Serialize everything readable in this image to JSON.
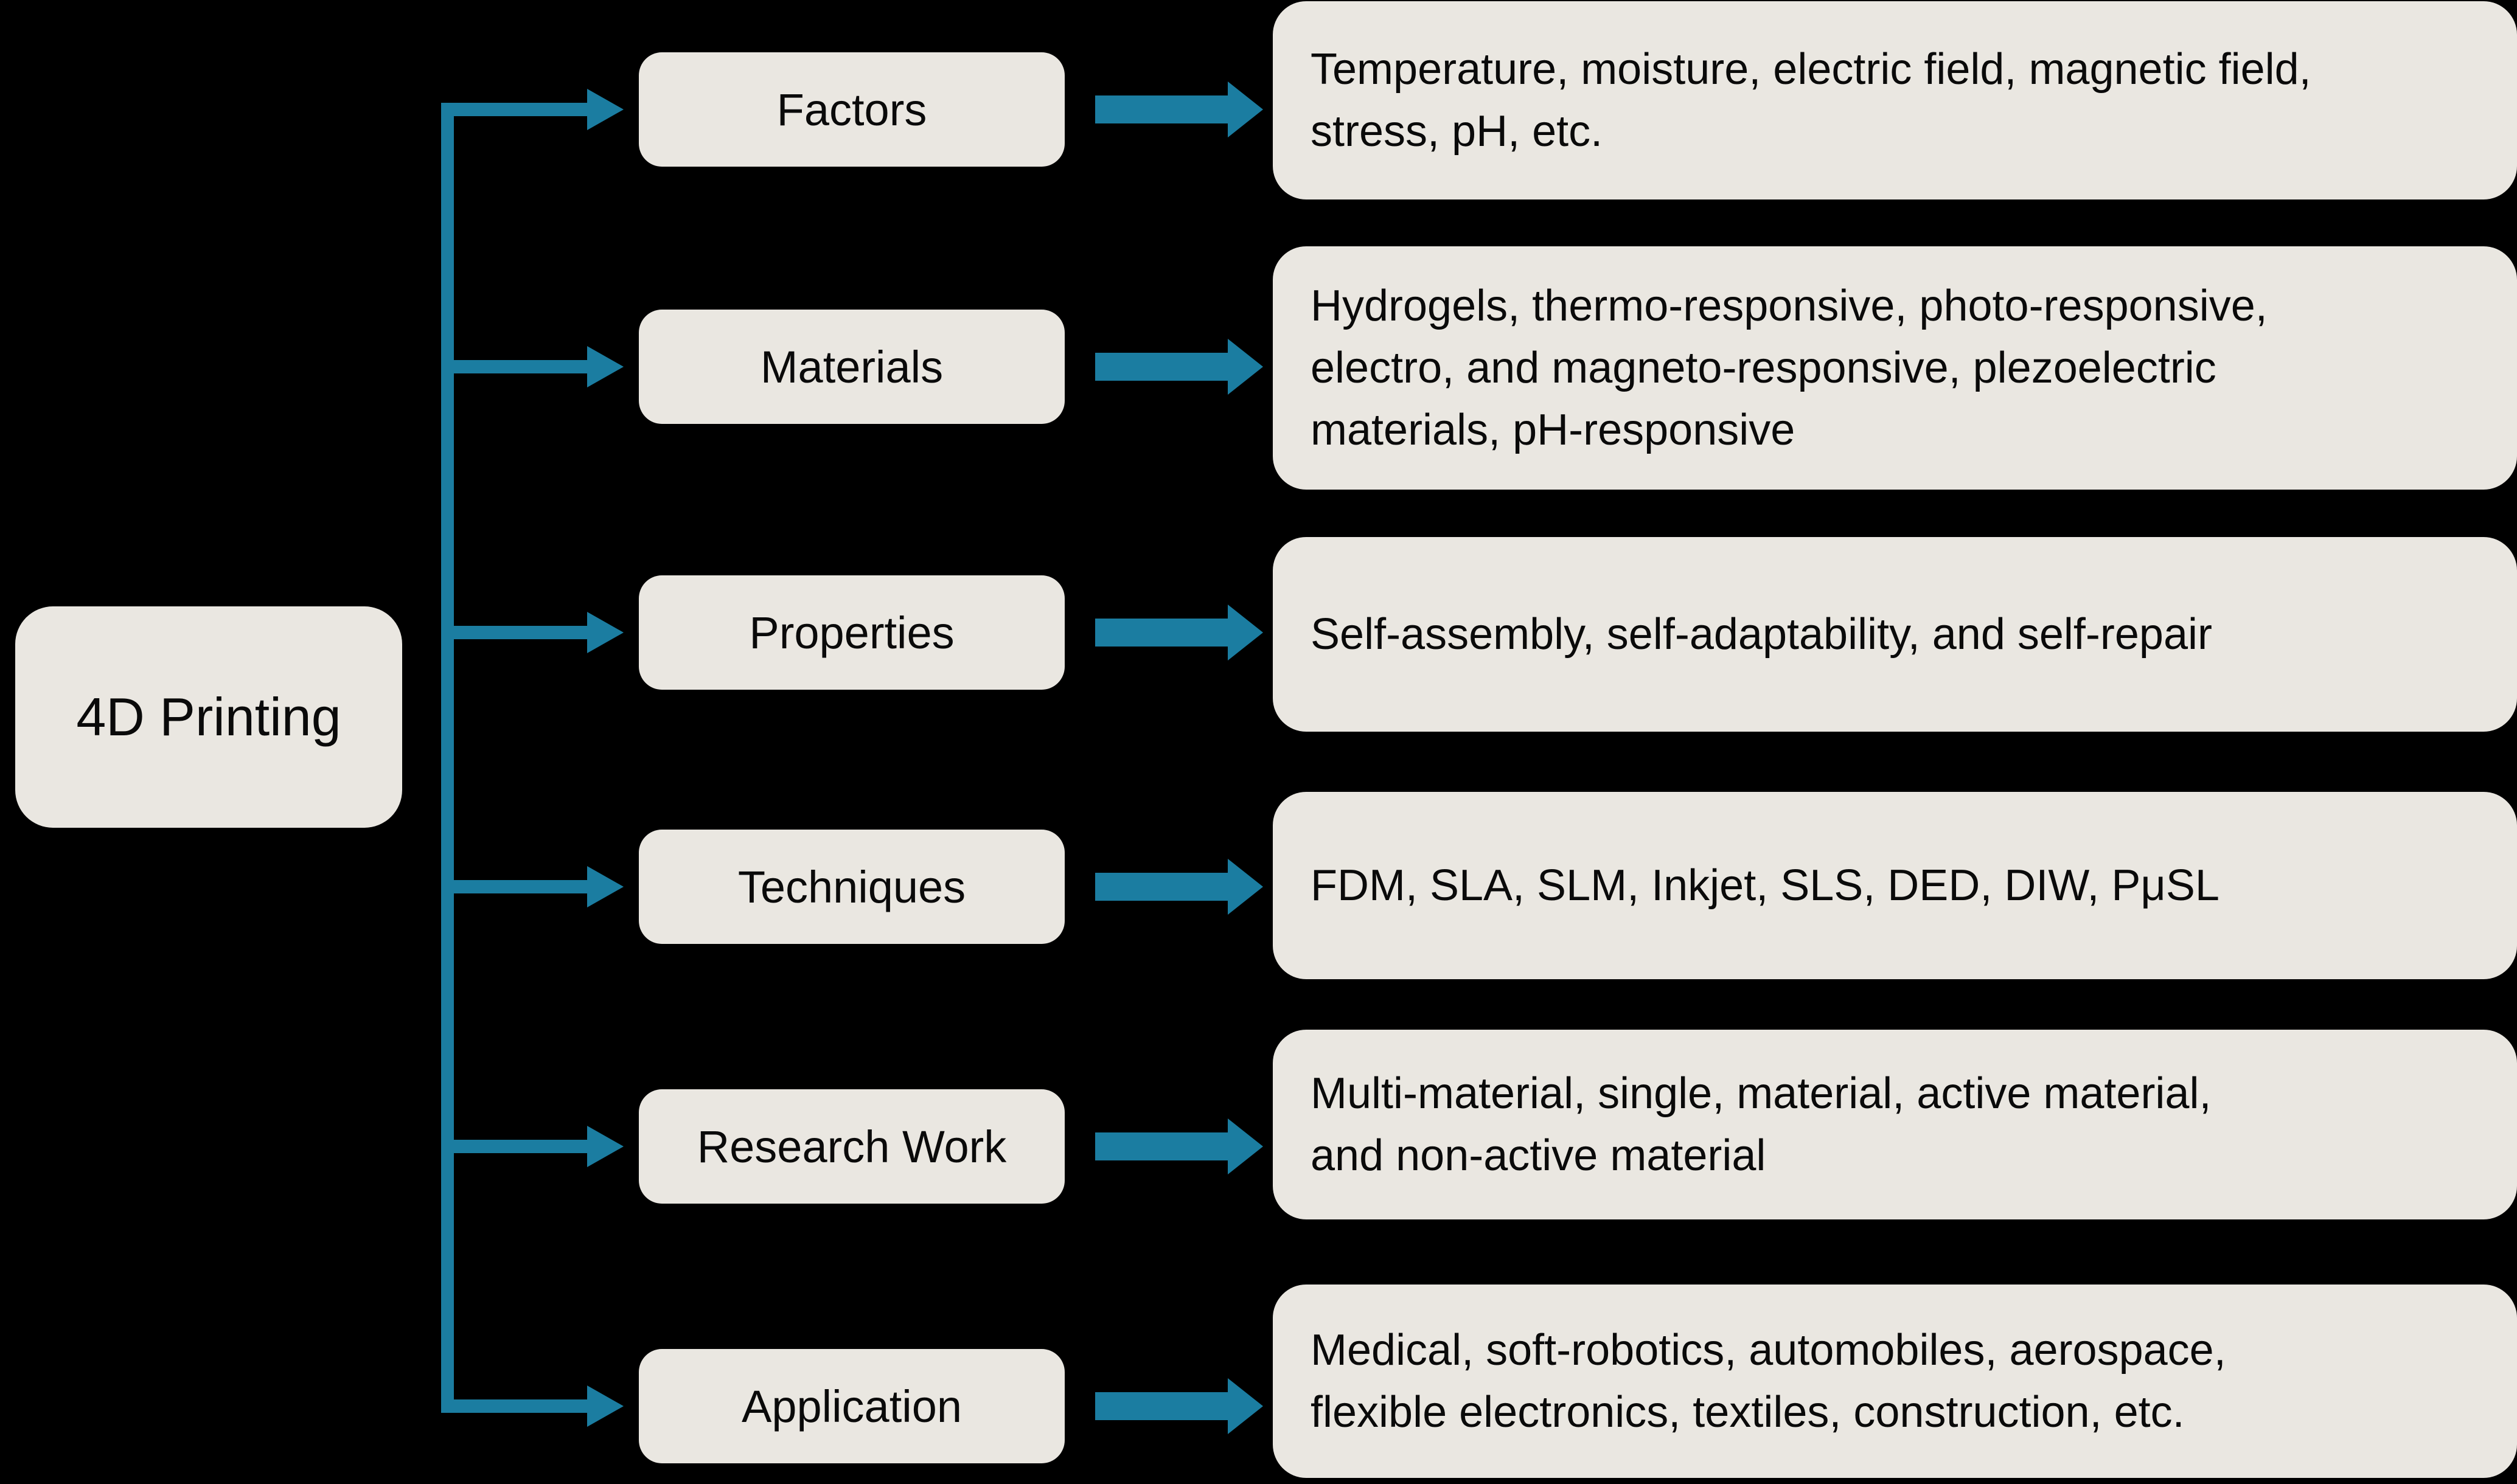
{
  "diagram": {
    "root": {
      "label": "4D Printing"
    },
    "rows": [
      {
        "label": "Factors",
        "lines": [
          "Temperature, moisture, electric field, magnetic field,",
          "stress, pH, etc."
        ]
      },
      {
        "label": "Materials",
        "lines": [
          "Hydrogels, thermo-responsive, photo-responsive,",
          "electro, and magneto-responsive, plezoelectric",
          "materials, pH-responsive"
        ]
      },
      {
        "label": "Properties",
        "lines": [
          "Self-assembly, self-adaptability, and self-repair"
        ]
      },
      {
        "label": "Techniques",
        "lines": [
          "FDM, SLA, SLM, Inkjet, SLS, DED, DIW, PμSL"
        ]
      },
      {
        "label": "Research Work",
        "lines": [
          "Multi-material, single, material, active material,",
          "and non-active material"
        ]
      },
      {
        "label": "Application",
        "lines": [
          "Medical, soft-robotics, automobiles, aerospace,",
          "flexible electronics, textiles, construction, etc."
        ]
      }
    ],
    "colors": {
      "background": "#000000",
      "node_fill": "#EAE7E1",
      "arrow": "#1B7DA1",
      "text": "#0A0A0A"
    }
  }
}
